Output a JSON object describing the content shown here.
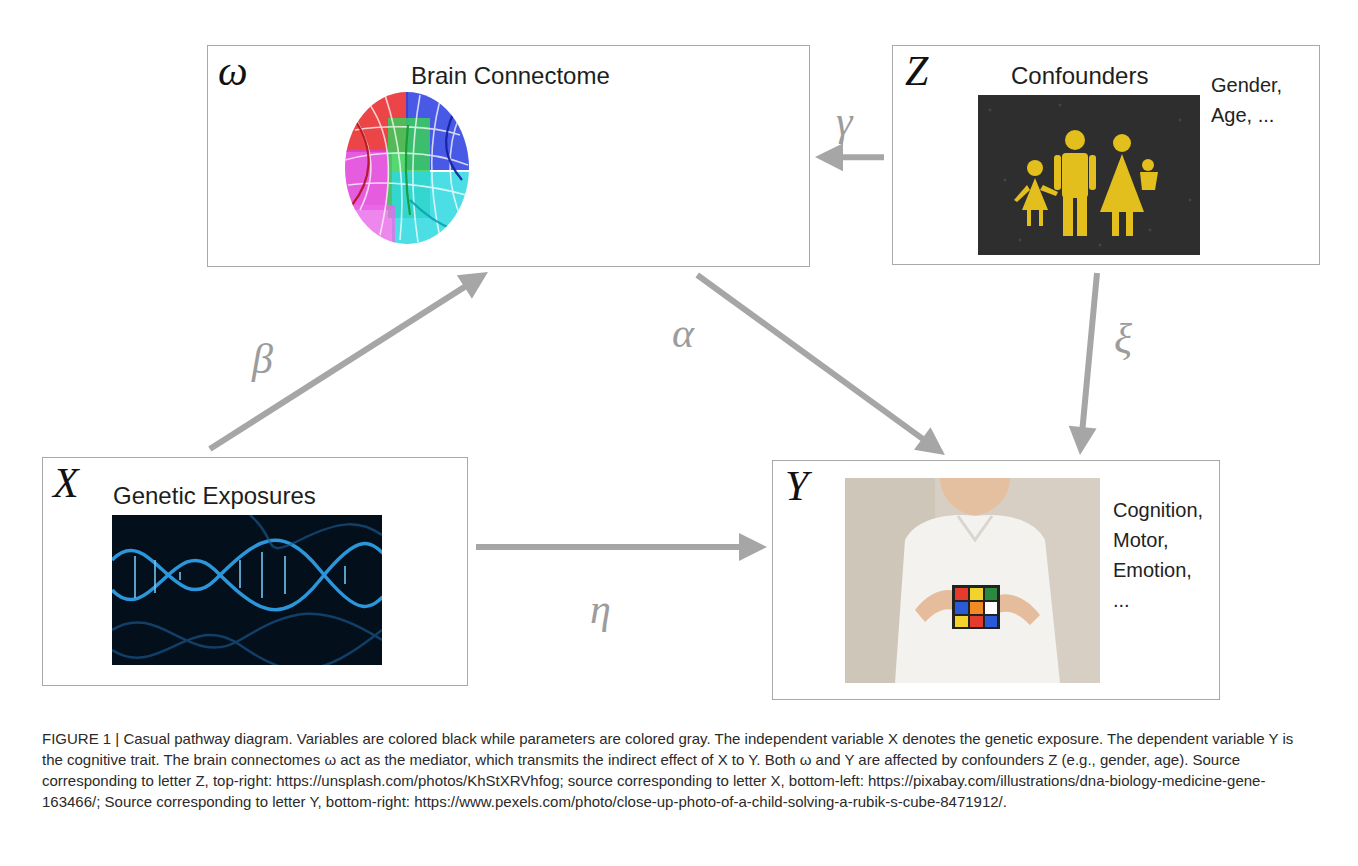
{
  "diagram": {
    "caption": "FIGURE 1 | Casual pathway diagram. Variables are colored black while parameters are colored gray. The independent variable X denotes the genetic exposure. The dependent variable Y is the cognitive trait. The brain connectomes ω act as the mediator, which transmits the indirect effect of X to Y. Both ω and Y are affected by confounders Z (e.g., gender, age). Source corresponding to letter Z, top-right: https://unsplash.com/photos/KhStXRVhfog; source corresponding to letter X, bottom-left: https://pixabay.com/illustrations/dna-biology-medicine-gene-163466/; Source corresponding to letter Y, bottom-right: https://www.pexels.com/photo/close-up-photo-of-a-child-solving-a-rubik-s-cube-8471912/.",
    "nodes": [
      {
        "text": [
          "ω",
          "Brain Connectome"
        ]
      },
      {
        "text": [
          "Z",
          "Confounders",
          "Gender, Age, ..."
        ]
      },
      {
        "text": [
          "X",
          "Genetic Exposures"
        ]
      },
      {
        "text": [
          "Y",
          "Cognition, Motor, Emotion, ..."
        ]
      }
    ],
    "edges": [
      {
        "from": 2,
        "to": 0,
        "arrow": "to",
        "label": "β"
      },
      {
        "from": 0,
        "to": 3,
        "arrow": "to",
        "label": "α"
      },
      {
        "from": 1,
        "to": 0,
        "arrow": "to",
        "label": "γ"
      },
      {
        "from": 1,
        "to": 3,
        "arrow": "to",
        "label": "ξ"
      },
      {
        "from": 2,
        "to": 3,
        "arrow": "to",
        "label": "η"
      }
    ]
  }
}
